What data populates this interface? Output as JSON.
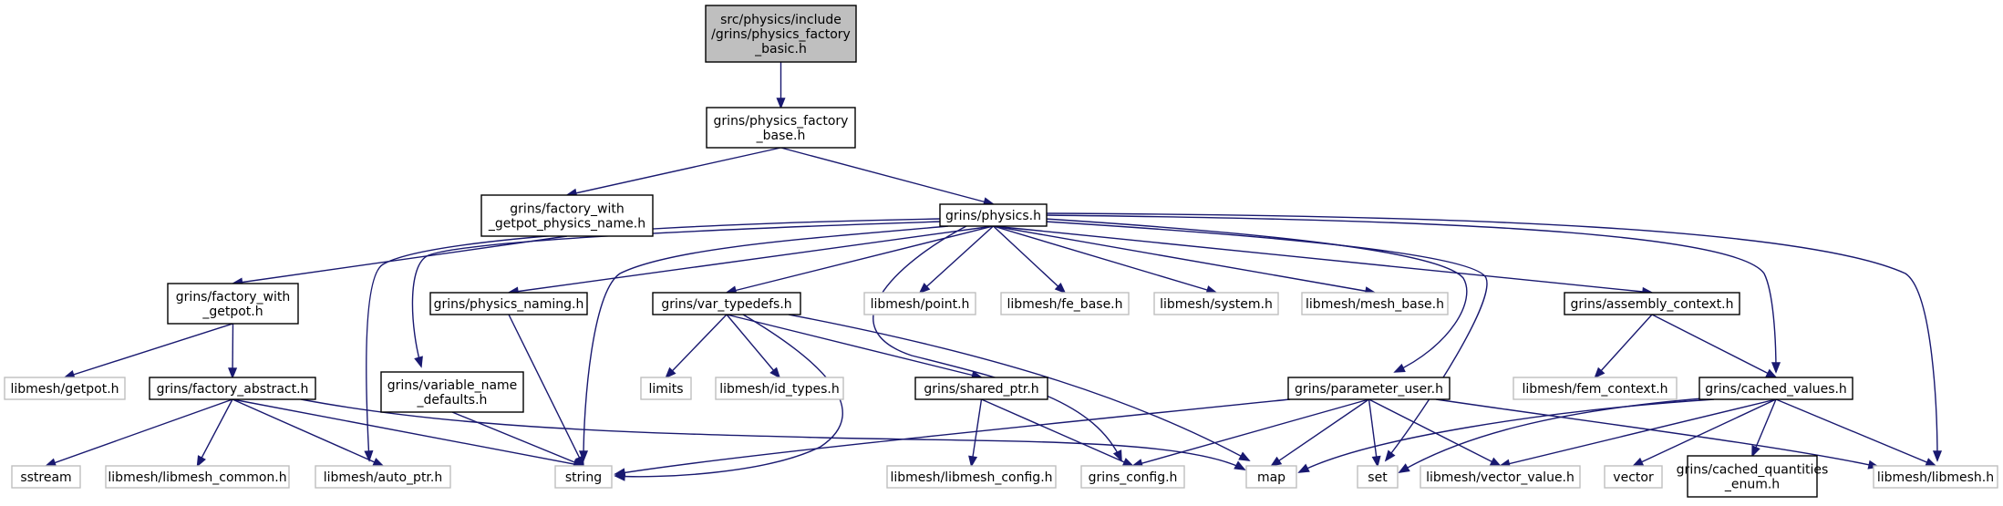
{
  "graph": {
    "nodes": [
      {
        "id": "src",
        "kind": "src",
        "lines": [
          "src/physics/include",
          "/grins/physics_factory",
          "_basic.h"
        ]
      },
      {
        "id": "pfbase",
        "kind": "doc",
        "lines": [
          "grins/physics_factory",
          "_base.h"
        ]
      },
      {
        "id": "fwgpn",
        "kind": "doc",
        "lines": [
          "grins/factory_with",
          "_getpot_physics_name.h"
        ]
      },
      {
        "id": "physics",
        "kind": "doc",
        "lines": [
          "grins/physics.h"
        ]
      },
      {
        "id": "fwg",
        "kind": "doc",
        "lines": [
          "grins/factory_with",
          "_getpot.h"
        ]
      },
      {
        "id": "pnaming",
        "kind": "doc",
        "lines": [
          "grins/physics_naming.h"
        ]
      },
      {
        "id": "vtd",
        "kind": "doc",
        "lines": [
          "grins/var_typedefs.h"
        ]
      },
      {
        "id": "point",
        "kind": "ext",
        "lines": [
          "libmesh/point.h"
        ]
      },
      {
        "id": "febase",
        "kind": "ext",
        "lines": [
          "libmesh/fe_base.h"
        ]
      },
      {
        "id": "system",
        "kind": "ext",
        "lines": [
          "libmesh/system.h"
        ]
      },
      {
        "id": "meshbase",
        "kind": "ext",
        "lines": [
          "libmesh/mesh_base.h"
        ]
      },
      {
        "id": "assembly",
        "kind": "doc",
        "lines": [
          "grins/assembly_context.h"
        ]
      },
      {
        "id": "getpot",
        "kind": "ext",
        "lines": [
          "libmesh/getpot.h"
        ]
      },
      {
        "id": "fabs",
        "kind": "doc",
        "lines": [
          "grins/factory_abstract.h"
        ]
      },
      {
        "id": "vnd",
        "kind": "doc",
        "lines": [
          "grins/variable_name",
          "_defaults.h"
        ]
      },
      {
        "id": "limits",
        "kind": "ext",
        "lines": [
          "limits"
        ]
      },
      {
        "id": "idtypes",
        "kind": "ext",
        "lines": [
          "libmesh/id_types.h"
        ]
      },
      {
        "id": "sptr",
        "kind": "doc",
        "lines": [
          "grins/shared_ptr.h"
        ]
      },
      {
        "id": "puser",
        "kind": "doc",
        "lines": [
          "grins/parameter_user.h"
        ]
      },
      {
        "id": "femctx",
        "kind": "ext",
        "lines": [
          "libmesh/fem_context.h"
        ]
      },
      {
        "id": "cv",
        "kind": "doc",
        "lines": [
          "grins/cached_values.h"
        ]
      },
      {
        "id": "sstream",
        "kind": "ext",
        "lines": [
          "sstream"
        ]
      },
      {
        "id": "lmcommon",
        "kind": "ext",
        "lines": [
          "libmesh/libmesh_common.h"
        ]
      },
      {
        "id": "autoptr",
        "kind": "ext",
        "lines": [
          "libmesh/auto_ptr.h"
        ]
      },
      {
        "id": "string",
        "kind": "ext",
        "lines": [
          "string"
        ]
      },
      {
        "id": "lmconfig",
        "kind": "ext",
        "lines": [
          "libmesh/libmesh_config.h"
        ]
      },
      {
        "id": "gconfig",
        "kind": "ext",
        "lines": [
          "grins_config.h"
        ]
      },
      {
        "id": "map",
        "kind": "ext",
        "lines": [
          "map"
        ]
      },
      {
        "id": "set",
        "kind": "ext",
        "lines": [
          "set"
        ]
      },
      {
        "id": "vecval",
        "kind": "ext",
        "lines": [
          "libmesh/vector_value.h"
        ]
      },
      {
        "id": "vector",
        "kind": "ext",
        "lines": [
          "vector"
        ]
      },
      {
        "id": "cqe",
        "kind": "doc",
        "lines": [
          "grins/cached_quantities",
          "_enum.h"
        ]
      },
      {
        "id": "libmesh",
        "kind": "ext",
        "lines": [
          "libmesh/libmesh.h"
        ]
      }
    ],
    "edges": [
      [
        "src",
        "pfbase"
      ],
      [
        "pfbase",
        "fwgpn"
      ],
      [
        "pfbase",
        "physics"
      ],
      [
        "fwgpn",
        "fwg"
      ],
      [
        "fwg",
        "getpot"
      ],
      [
        "fwg",
        "fabs"
      ],
      [
        "fabs",
        "sstream"
      ],
      [
        "fabs",
        "lmcommon"
      ],
      [
        "fabs",
        "autoptr"
      ],
      [
        "fabs",
        "string"
      ],
      [
        "fabs",
        "map"
      ],
      [
        "physics",
        "autoptr"
      ],
      [
        "physics",
        "vnd"
      ],
      [
        "physics",
        "pnaming"
      ],
      [
        "physics",
        "string"
      ],
      [
        "physics",
        "vtd"
      ],
      [
        "physics",
        "gconfig"
      ],
      [
        "physics",
        "point"
      ],
      [
        "physics",
        "febase"
      ],
      [
        "physics",
        "system"
      ],
      [
        "physics",
        "meshbase"
      ],
      [
        "physics",
        "puser"
      ],
      [
        "physics",
        "set"
      ],
      [
        "physics",
        "assembly"
      ],
      [
        "physics",
        "cv"
      ],
      [
        "physics",
        "libmesh"
      ],
      [
        "vnd",
        "string"
      ],
      [
        "pnaming",
        "string"
      ],
      [
        "vtd",
        "limits"
      ],
      [
        "vtd",
        "idtypes"
      ],
      [
        "vtd",
        "sptr"
      ],
      [
        "vtd",
        "string"
      ],
      [
        "vtd",
        "map"
      ],
      [
        "sptr",
        "lmconfig"
      ],
      [
        "sptr",
        "gconfig"
      ],
      [
        "puser",
        "string"
      ],
      [
        "puser",
        "gconfig"
      ],
      [
        "puser",
        "map"
      ],
      [
        "puser",
        "set"
      ],
      [
        "puser",
        "vecval"
      ],
      [
        "puser",
        "libmesh"
      ],
      [
        "assembly",
        "femctx"
      ],
      [
        "assembly",
        "cv"
      ],
      [
        "cv",
        "map"
      ],
      [
        "cv",
        "set"
      ],
      [
        "cv",
        "vecval"
      ],
      [
        "cv",
        "vector"
      ],
      [
        "cv",
        "cqe"
      ],
      [
        "cv",
        "libmesh"
      ]
    ]
  }
}
